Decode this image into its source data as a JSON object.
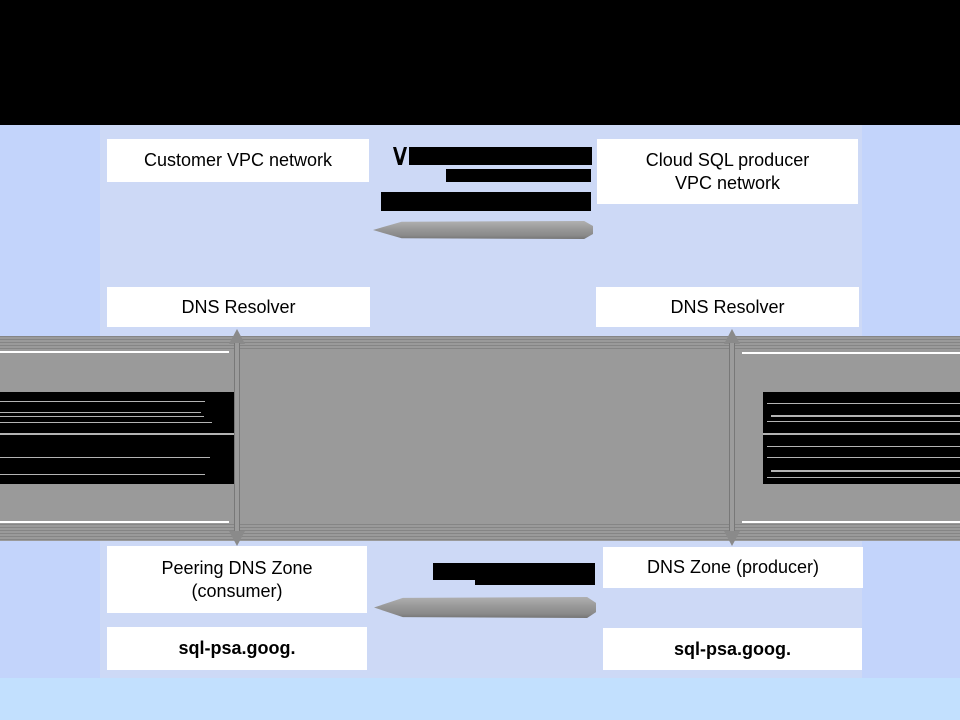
{
  "colors": {
    "background_main": "#cdd9f6",
    "background_side_columns": "#c3d4fb",
    "background_bottom_strip": "#c2e0fe",
    "band_gray": "#9a9a9a",
    "arrow_gray": "#8a8a8a",
    "redaction_black": "#000000",
    "box_white": "#ffffff"
  },
  "boxes": {
    "customer_vpc": {
      "label": "Customer VPC network"
    },
    "producer_vpc": {
      "line1": "Cloud SQL producer",
      "line2": "VPC network"
    },
    "dns_resolver_left": {
      "label": "DNS Resolver"
    },
    "dns_resolver_right": {
      "label": "DNS Resolver"
    },
    "peering_zone": {
      "line1": "Peering DNS Zone",
      "line2": "(consumer)"
    },
    "producer_zone": {
      "label": "DNS Zone (producer)"
    },
    "domain_left": {
      "label": "sql-psa.goog."
    },
    "domain_right": {
      "label": "sql-psa.goog."
    }
  }
}
